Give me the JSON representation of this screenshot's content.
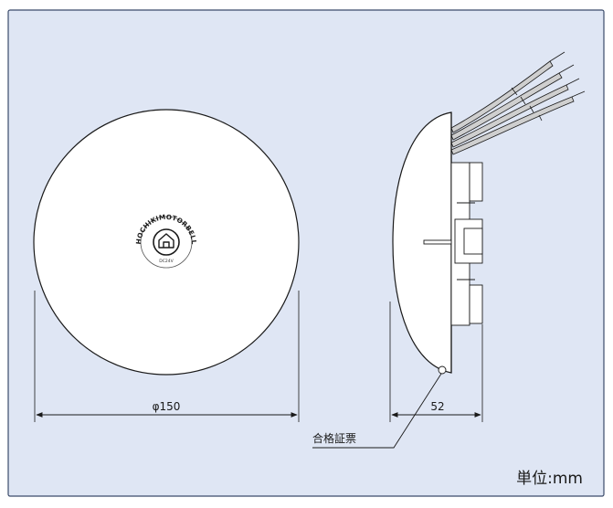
{
  "diagram": {
    "colors": {
      "panel_bg": "#dfe6f4",
      "panel_border": "#3a4a6a",
      "outline": "#1a1a1a",
      "device_fill": "#ffffff",
      "wire_fill": "#cfcfcf"
    },
    "front_view": {
      "logo_text": "HOCHIKIMOTORBELL",
      "small_text": "DC24V",
      "dimension_label": "φ150"
    },
    "side_view": {
      "dimension_label": "52",
      "certificate_label": "合格証票"
    },
    "unit_label": "単位:mm"
  }
}
